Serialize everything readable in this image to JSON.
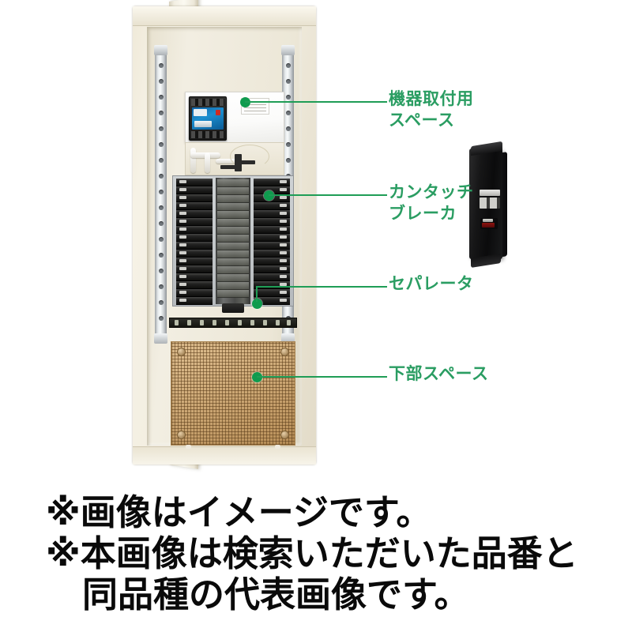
{
  "image": {
    "subject": "distribution-board-cabinet",
    "description": "Open electrical distribution panel cabinet with callout labels",
    "colors": {
      "callout_green": "#2a9d62",
      "callout_dot": "#0f9b4e",
      "cabinet_cream": "#f1ecde",
      "lower_board_tan": "#c49a62",
      "main_breaker_blue": "#1c8fd0",
      "notice_text": "#0a0a0a"
    }
  },
  "callouts": [
    {
      "id": "equipment-mounting-space",
      "label": "機器取付用\nスペース"
    },
    {
      "id": "kantouch-breaker",
      "label": "カンタッチ\nブレーカ"
    },
    {
      "id": "separator",
      "label": "セパレータ"
    },
    {
      "id": "lower-space",
      "label": "下部スペース"
    }
  ],
  "notice": {
    "line1": "※画像はイメージです。",
    "line2": "※本画像は検索いただいた品番と",
    "line3": "同品種の代表画像です。"
  }
}
